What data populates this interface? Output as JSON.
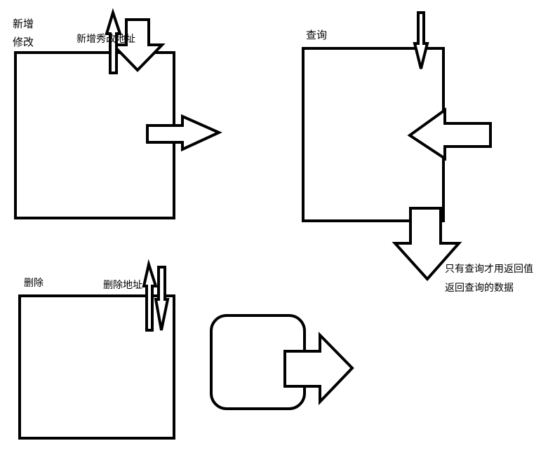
{
  "labels": {
    "add_modify": [
      "新增",
      "修改"
    ],
    "add_modify_address": "新增秀改地址",
    "query": "查询",
    "query_note": [
      "只有查询才用返回值",
      "返回查询的数据"
    ],
    "delete": "删除",
    "delete_address": "删除地址"
  },
  "colors": {
    "stroke": "#000000",
    "fill": "#ffffff",
    "background": "#ffffff"
  }
}
